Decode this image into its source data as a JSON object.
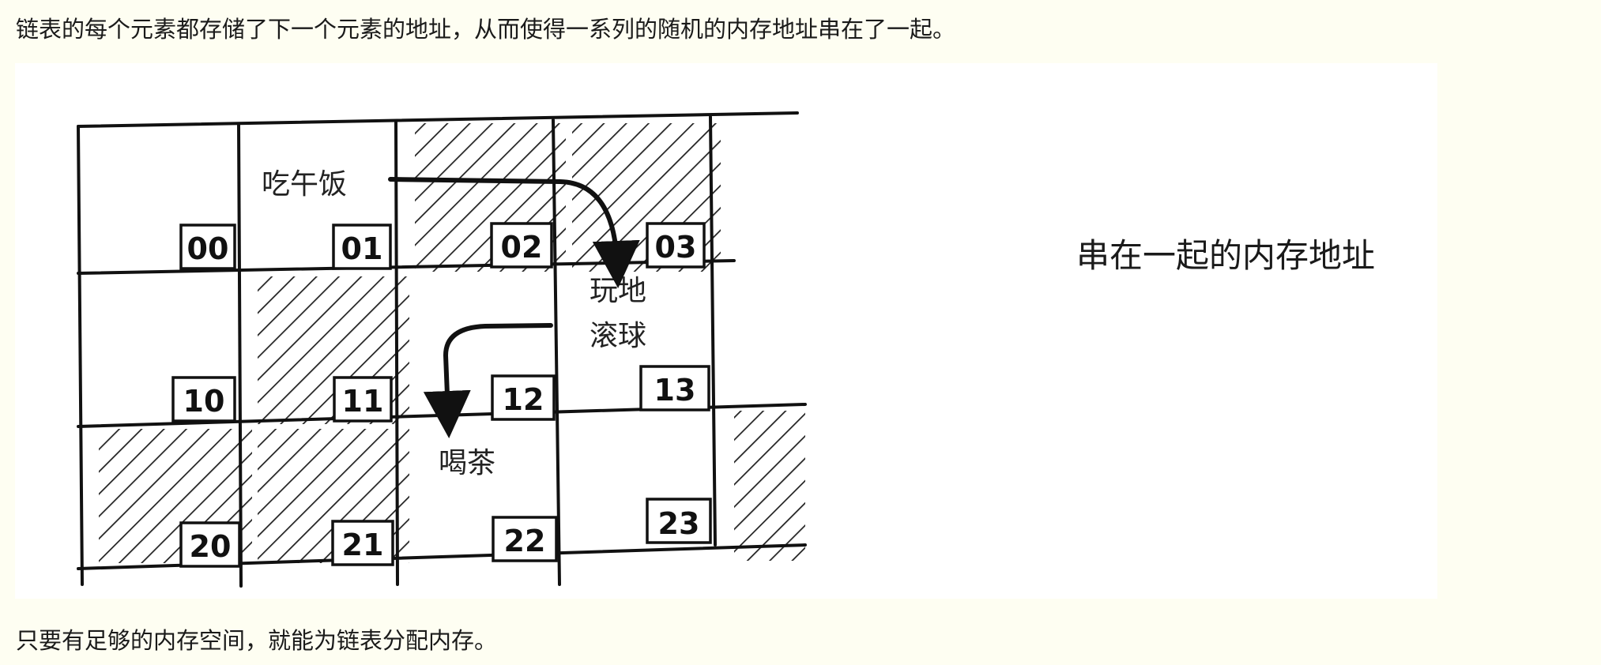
{
  "paragraphs": {
    "top": "链表的每个元素都存储了下一个元素的地址，从而使得一系列的随机的内存地址串在了一起。",
    "bottom": "只要有足够的内存空间，就能为链表分配内存。"
  },
  "figure": {
    "caption": "串在一起的内存地址",
    "cells": [
      {
        "label": "00",
        "shaded": false
      },
      {
        "label": "01",
        "shaded": false,
        "note": "吃午饭"
      },
      {
        "label": "02",
        "shaded": true
      },
      {
        "label": "03",
        "shaded": true
      },
      {
        "label": "10",
        "shaded": false
      },
      {
        "label": "11",
        "shaded": true
      },
      {
        "label": "12",
        "shaded": false
      },
      {
        "label": "13",
        "shaded": false,
        "note_lines": [
          "玩地",
          "滚球"
        ]
      },
      {
        "label": "20",
        "shaded": true
      },
      {
        "label": "21",
        "shaded": true
      },
      {
        "label": "22",
        "shaded": false,
        "note": "喝茶"
      },
      {
        "label": "23",
        "shaded": false
      }
    ],
    "edge_shaded_column": true
  }
}
